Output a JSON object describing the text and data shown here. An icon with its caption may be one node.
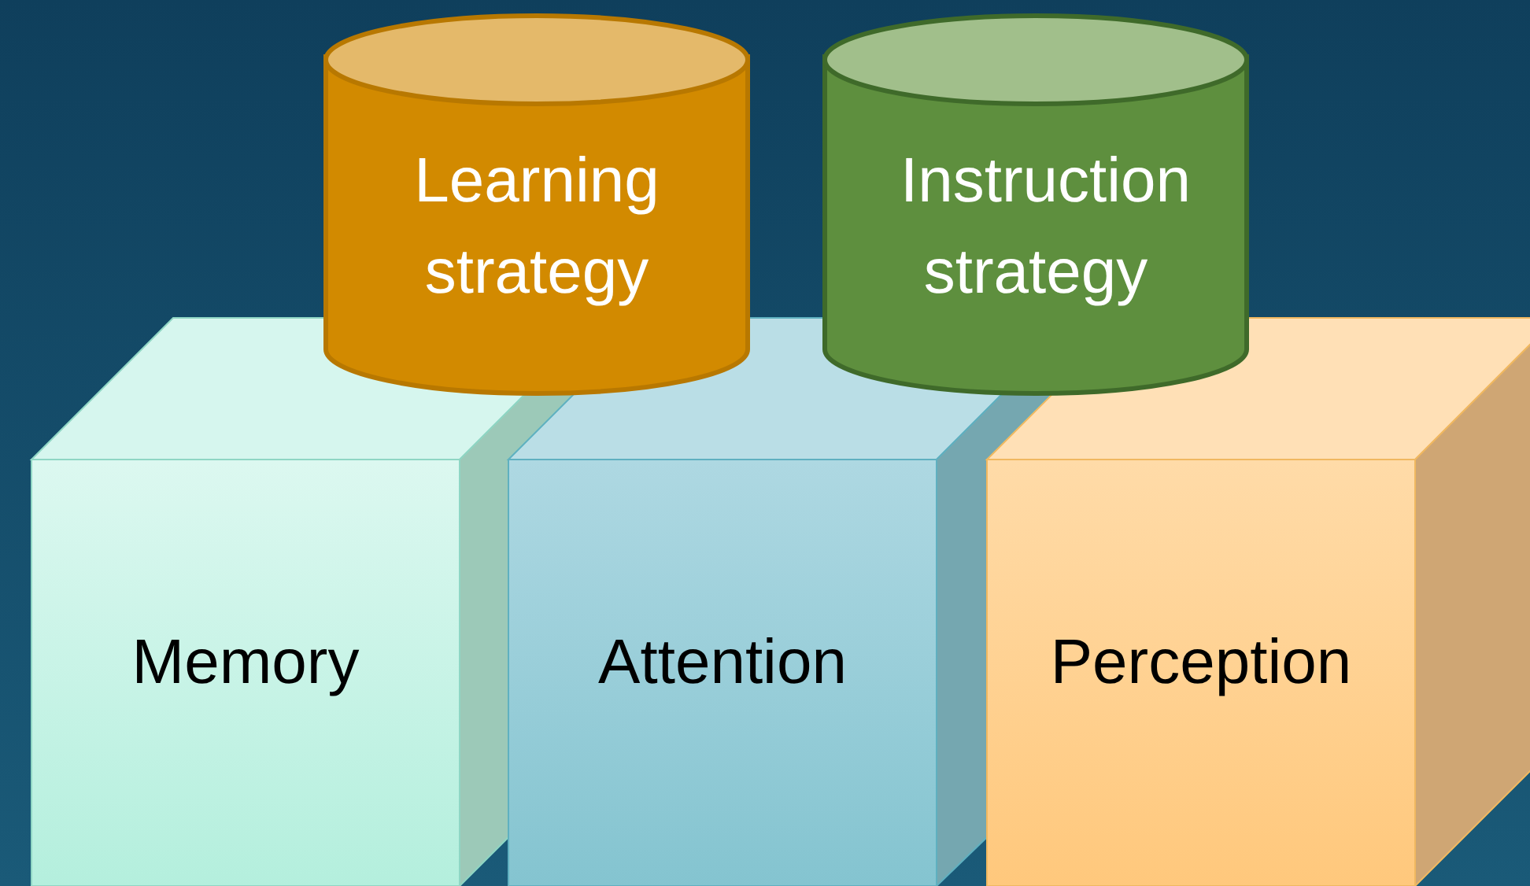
{
  "diagram": {
    "nodes": [
      {
        "text": [
          "Learning strategy"
        ]
      },
      {
        "text": [
          "Instruction strategy"
        ]
      },
      {
        "text": [
          "Memory"
        ]
      },
      {
        "text": [
          "Attention"
        ]
      },
      {
        "text": [
          "Perception"
        ]
      }
    ]
  }
}
